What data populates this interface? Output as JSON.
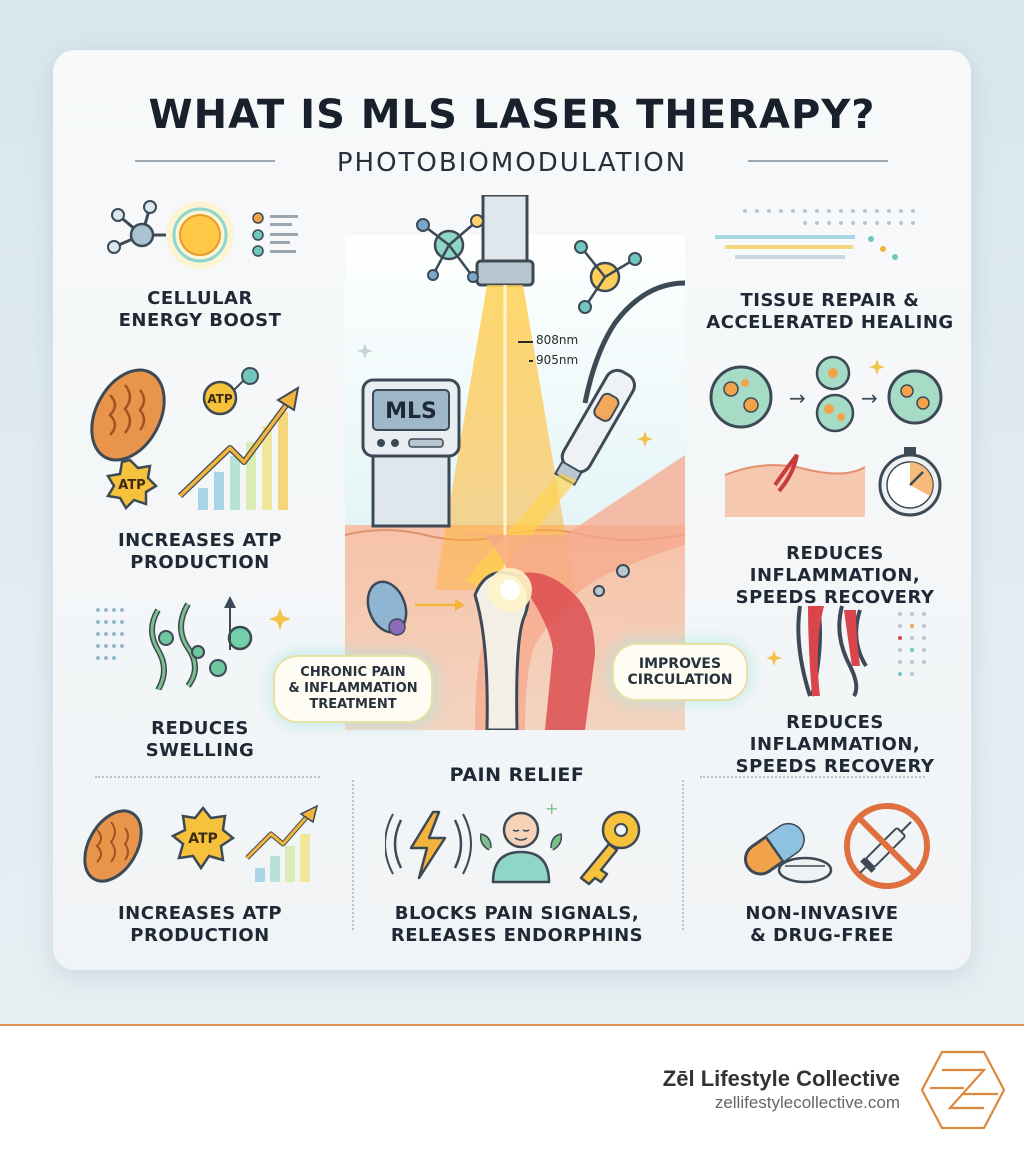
{
  "header": {
    "title": "WHAT IS MLS LASER THERAPY?",
    "subtitle": "PHOTOBIOMODULATION"
  },
  "left": {
    "cellular": "CELLULAR\nENERGY BOOST",
    "atp": "INCREASES ATP\nPRODUCTION",
    "swelling": "REDUCES\nSWELLING",
    "atp_badge": "ATP"
  },
  "center": {
    "device_label": "MLS",
    "wavelength_1": "808nm",
    "wavelength_2": "905nm",
    "callout_left": "CHRONIC PAIN\n& INFLAMMATION\nTREATMENT",
    "callout_right": "IMPROVES\nCIRCULATION"
  },
  "right": {
    "tissue": "TISSUE REPAIR &\nACCELERATED HEALING",
    "inflammation_1": "REDUCES INFLAMMATION,\nSPEEDS RECOVERY",
    "inflammation_2": "REDUCES INFLAMMATION,\nSPEEDS RECOVERY"
  },
  "bottom": {
    "pain_relief": "PAIN RELIEF",
    "atp": "INCREASES ATP\nPRODUCTION",
    "pain_signals": "BLOCKS PAIN SIGNALS,\nRELEASES ENDORPHINS",
    "non_invasive": "NON-INVASIVE\n& DRUG-FREE",
    "atp_badge": "ATP"
  },
  "footer": {
    "brand": "Zēl Lifestyle Collective",
    "url": "zellifestylecollective.com"
  },
  "colors": {
    "accent": "#d98a3c",
    "teal": "#6fc7c0",
    "laser": "#ffb52e",
    "skin": "#f4b79a"
  }
}
